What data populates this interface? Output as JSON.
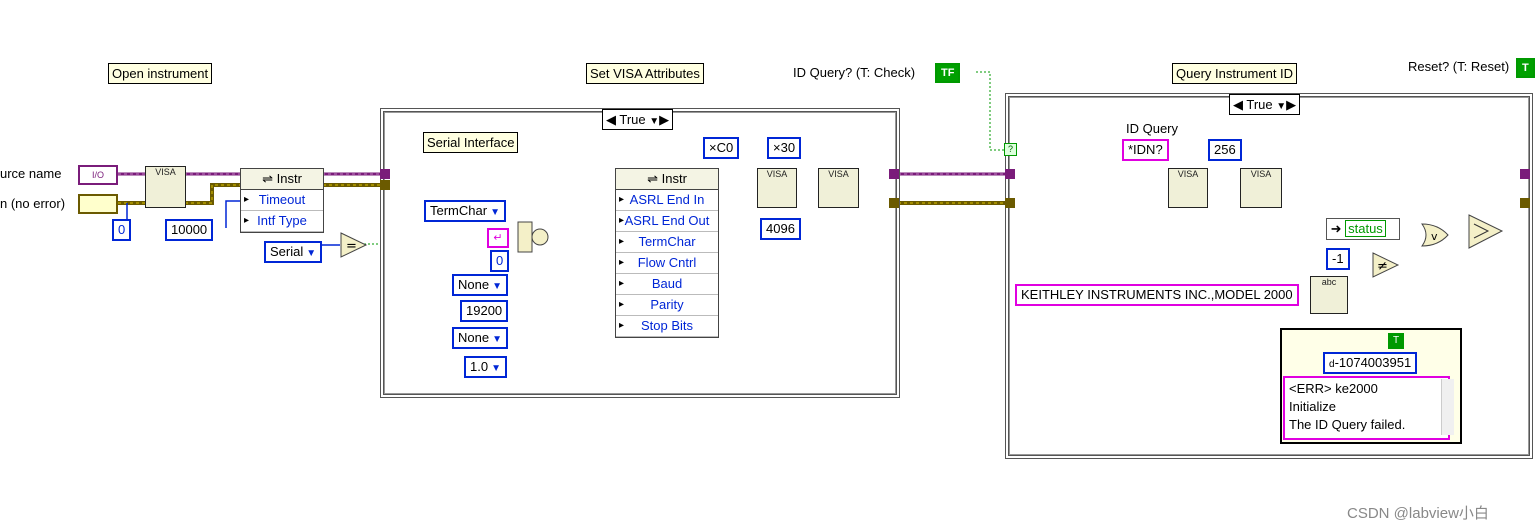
{
  "labels": {
    "open_instrument": "Open instrument",
    "set_visa_attributes": "Set VISA Attributes",
    "query_instrument_id": "Query Instrument ID",
    "serial_interface": "Serial Interface",
    "id_query_label": "ID Query",
    "id_query_control": "ID Query? (T: Check)",
    "reset_control": "Reset? (T: Reset)",
    "resource_name": "urce name",
    "error_in": "n (no error)",
    "watermark": "CSDN @labview小白"
  },
  "case_selectors": {
    "left": "True",
    "right": "True"
  },
  "constants": {
    "zero_left": "0",
    "timeout_value": "10000",
    "intf_type": "Serial",
    "termchar_ring": "TermChar",
    "zero_char": "0",
    "flow_none": "None",
    "baud": "19200",
    "parity_none": "None",
    "stop_bits": "1.0",
    "hex_c0": "×C0",
    "hex_30": "×30",
    "buffer": "4096",
    "idn": "*IDN?",
    "count": "256",
    "keithley": "KEITHLEY INSTRUMENTS INC.,MODEL 2000",
    "minus_one": "-1",
    "status": "status",
    "error_code": "-1074003951",
    "error_text": "<ERR> ke2000\nInitialize\nThe ID Query failed."
  },
  "property_node_left": {
    "head": "Instr",
    "rows": [
      "Timeout",
      "Intf Type"
    ]
  },
  "property_node_mid": {
    "head": "Instr",
    "rows": [
      "ASRL End In",
      "ASRL End Out",
      "TermChar",
      "Flow Cntrl",
      "Baud",
      "Parity",
      "Stop Bits"
    ]
  },
  "icons": {
    "visa_open": "VISA",
    "visa_write": "VISA",
    "visa_read": "VISA",
    "visa_buffer": "VISA",
    "visa_flush": "VISA",
    "bool_true": "TF",
    "bool_t": "T",
    "indic_q": "?"
  }
}
